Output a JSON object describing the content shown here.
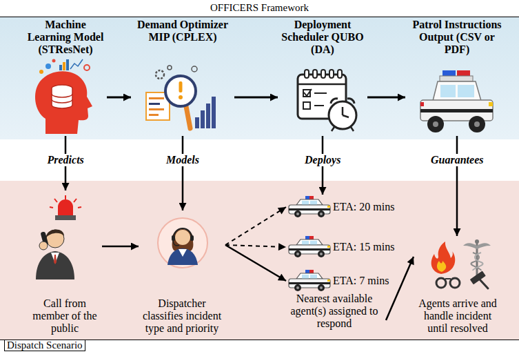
{
  "diagram": {
    "nodes": [
      {
        "text": [
          "OFFICERS Framework"
        ]
      },
      {
        "text": [
          "Machine Learning Model (STResNet)"
        ],
        "in": 0
      },
      {
        "text": [
          "Demand Optimizer MIP (CPLEX)"
        ],
        "in": 0
      },
      {
        "text": [
          "Deployment Scheduler QUBO (DA)"
        ],
        "in": 0
      },
      {
        "text": [
          "Patrol Instructions Output (CSV or PDF)"
        ],
        "in": 0
      },
      {
        "text": [
          "Dispatch Scenario"
        ]
      },
      {
        "text": [
          "Call from member of the public"
        ],
        "in": 5
      },
      {
        "text": [
          "Dispatcher classifies incident type and priority"
        ],
        "in": 5
      },
      {
        "text": [
          "ETA: 20 mins"
        ],
        "in": 5
      },
      {
        "text": [
          "ETA: 15 mins"
        ],
        "in": 5
      },
      {
        "text": [
          "ETA: 7 mins"
        ],
        "in": 5
      },
      {
        "text": [
          "Nearest available agent(s) assigned to respond"
        ],
        "in": 5
      },
      {
        "text": [
          "Agents arrive and handle incident until resolved"
        ],
        "in": 5
      }
    ],
    "edges": [
      {
        "from": 1,
        "to": 2,
        "arrow": "to"
      },
      {
        "from": 2,
        "to": 3,
        "arrow": "to"
      },
      {
        "from": 3,
        "to": 4,
        "arrow": "to"
      },
      {
        "from": 1,
        "to": 6,
        "label": "Predicts",
        "arrow": "to"
      },
      {
        "from": 2,
        "to": 7,
        "label": "Models",
        "arrow": "to"
      },
      {
        "from": 3,
        "to": 8,
        "label": "Deploys",
        "arrow": "to"
      },
      {
        "from": 4,
        "to": 12,
        "label": "Guarantees",
        "arrow": "to"
      },
      {
        "from": 6,
        "to": 7,
        "arrow": "to"
      },
      {
        "from": 7,
        "to": 8,
        "arrow": "to"
      },
      {
        "from": 7,
        "to": 9,
        "arrow": "to"
      },
      {
        "from": 7,
        "to": 10,
        "arrow": "to"
      },
      {
        "from": 11,
        "to": 12,
        "arrow": "to"
      }
    ]
  }
}
